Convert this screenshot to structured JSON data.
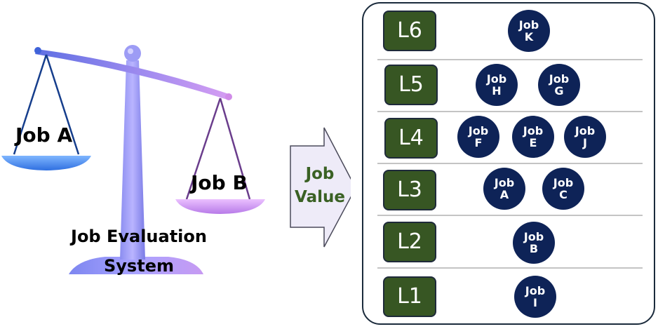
{
  "scale": {
    "left_pan_label": "Job A",
    "right_pan_label": "Job B",
    "system_label_line1": "Job Evaluation",
    "system_label_line2": "System",
    "icon": "balance-scale-icon"
  },
  "arrow": {
    "label_line1": "Job",
    "label_line2": "Value"
  },
  "levels": [
    {
      "label": "L6",
      "jobs": [
        {
          "word": "Job",
          "letter": "K"
        }
      ]
    },
    {
      "label": "L5",
      "jobs": [
        {
          "word": "Job",
          "letter": "H"
        },
        {
          "word": "Job",
          "letter": "G"
        }
      ]
    },
    {
      "label": "L4",
      "jobs": [
        {
          "word": "Job",
          "letter": "F"
        },
        {
          "word": "Job",
          "letter": "E"
        },
        {
          "word": "Job",
          "letter": "J"
        }
      ]
    },
    {
      "label": "L3",
      "jobs": [
        {
          "word": "Job",
          "letter": "A"
        },
        {
          "word": "Job",
          "letter": "C"
        }
      ]
    },
    {
      "label": "L2",
      "jobs": [
        {
          "word": "Job",
          "letter": "B"
        }
      ]
    },
    {
      "label": "L1",
      "jobs": [
        {
          "word": "Job",
          "letter": "I"
        }
      ]
    }
  ],
  "colors": {
    "level_fill": "#375623",
    "job_fill": "#0e2357",
    "arrow_text": "#3a6124",
    "arrow_fill": "#eeebf8"
  }
}
